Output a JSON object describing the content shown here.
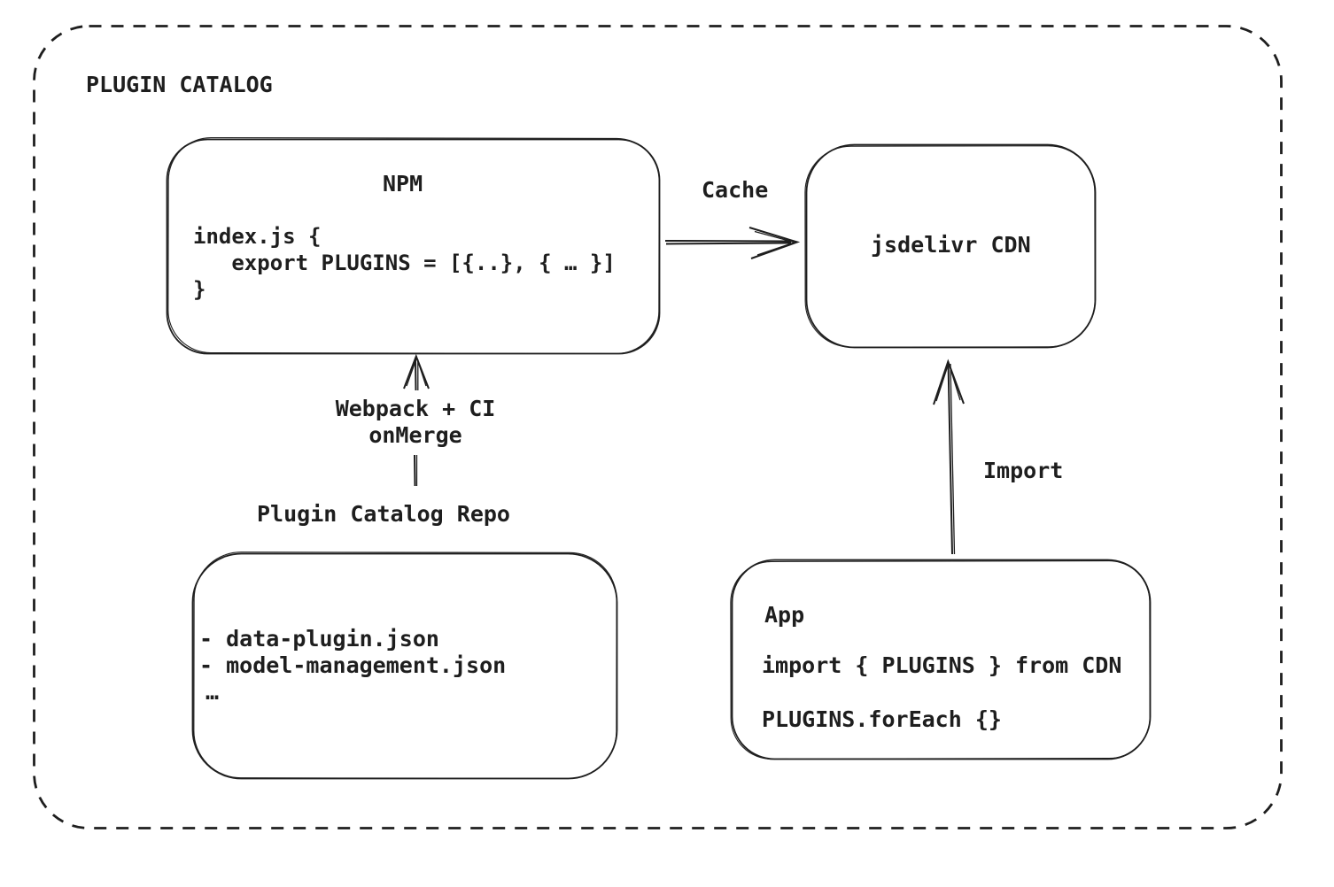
{
  "diagram": {
    "title": "PLUGIN CATALOG",
    "colors": {
      "stroke": "#1e1e1e",
      "background": "#ffffff"
    },
    "nodes": {
      "npm": {
        "label": "NPM",
        "code": [
          "index.js {",
          "   export PLUGINS = [{..}, { … }]",
          "}"
        ]
      },
      "cdn": {
        "label": "jsdelivr CDN"
      },
      "repo": {
        "label": "Plugin Catalog Repo",
        "items": [
          "- data-plugin.json",
          "- model-management.json",
          "…"
        ]
      },
      "app": {
        "label": "App",
        "code": [
          "import { PLUGINS } from CDN",
          "PLUGINS.forEach {}"
        ]
      }
    },
    "edges": {
      "cache": {
        "label": "Cache"
      },
      "build": {
        "label1": "Webpack + CI",
        "label2": "onMerge"
      },
      "import": {
        "label": "Import"
      }
    }
  }
}
